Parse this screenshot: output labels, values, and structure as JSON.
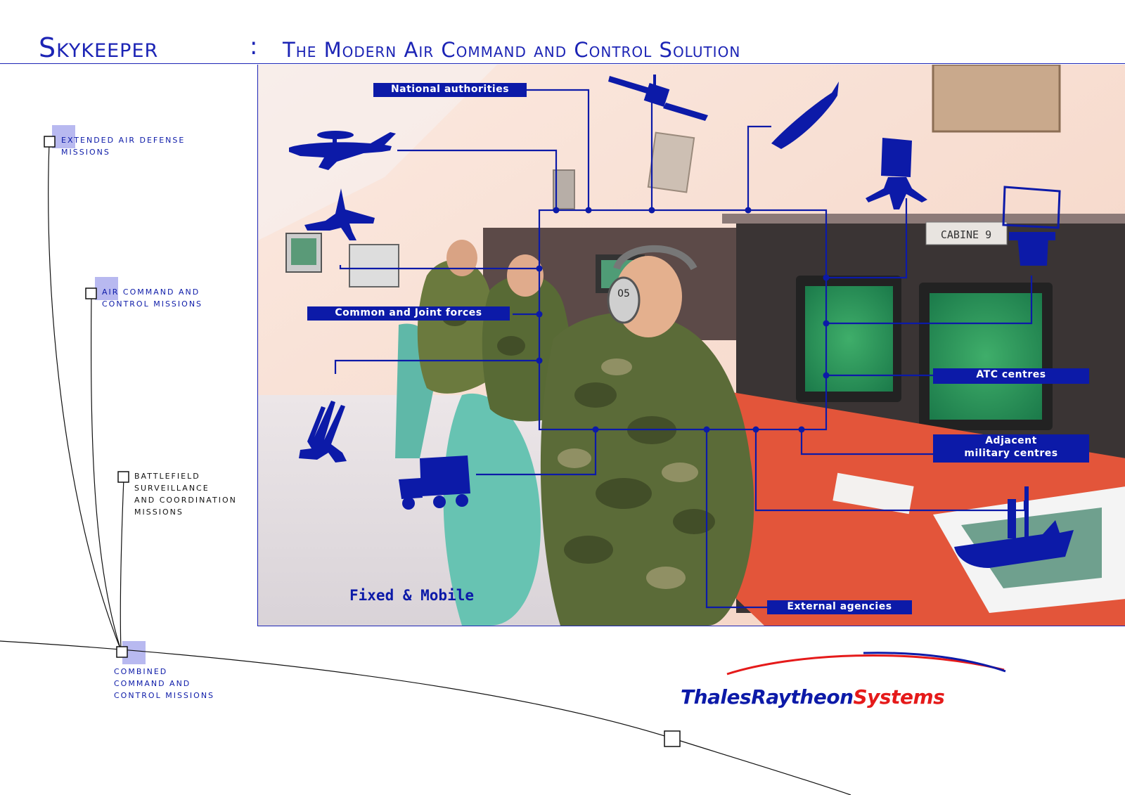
{
  "header": {
    "title": "Skykeeper",
    "separator": ":",
    "subtitle": "The Modern Air Command and Control Solution"
  },
  "scene": {
    "labels": {
      "national": "National authorities",
      "common": "Common and Joint forces",
      "atc": "ATC centres",
      "adjacent": "Adjacent\nmilitary centres",
      "external": "External agencies"
    },
    "cabin_sign": "CABINE 9",
    "headset_number": "05",
    "fixed_mobile": "Fixed & Mobile"
  },
  "missions": [
    {
      "id": "m1",
      "text": "Extended air defense\nmissions"
    },
    {
      "id": "m2",
      "text": "Air command and\ncontrol missions"
    },
    {
      "id": "m3",
      "text": "Battlefield\nsurveillance\nand coordination\nmissions"
    },
    {
      "id": "m4",
      "text": "Combined\ncommand and\ncontrol missions"
    }
  ],
  "logo": {
    "part1": "Thales",
    "part2": "Raytheon",
    "part3": "Systems",
    "colors": {
      "blue": "#0c1aa8",
      "red": "#e51a1a"
    }
  },
  "colors": {
    "accent": "#1c24b5",
    "diagram_blue": "#0c1aa8"
  }
}
